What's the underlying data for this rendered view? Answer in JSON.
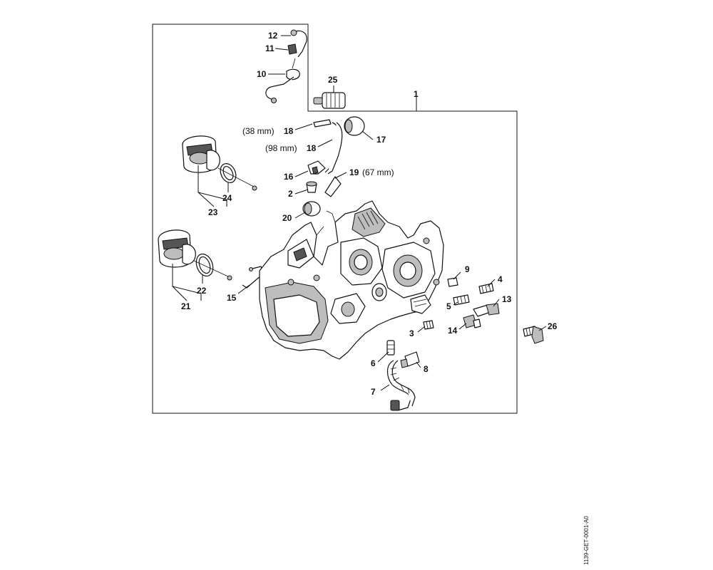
{
  "drawing_id": "1139-GET-0001-A0",
  "callouts": {
    "c1": "1",
    "c2": "2",
    "c3": "3",
    "c4": "4",
    "c5": "5",
    "c6": "6",
    "c7": "7",
    "c8": "8",
    "c9": "9",
    "c10": "10",
    "c11": "11",
    "c12": "12",
    "c13": "13",
    "c14": "14",
    "c15": "15",
    "c16": "16",
    "c17": "17",
    "c18a": "18",
    "c18b": "18",
    "c19": "19",
    "c20": "20",
    "c21": "21",
    "c22": "22",
    "c23": "23",
    "c24": "24",
    "c25": "25",
    "c26": "26"
  },
  "dimensions": {
    "d18a": "(38 mm)",
    "d18b": "(98 mm)",
    "d19": "(67 mm)"
  }
}
